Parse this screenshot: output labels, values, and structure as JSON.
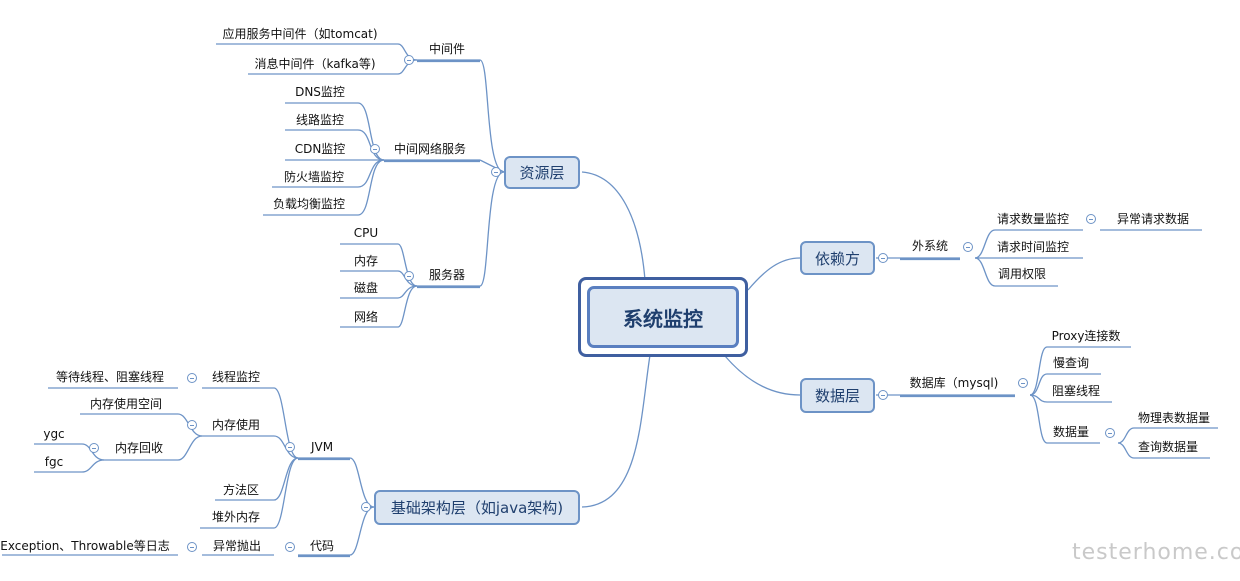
{
  "root": "系统监控",
  "resource": {
    "label": "资源层",
    "middleware": {
      "label": "中间件",
      "items": [
        "应用服务中间件（如tomcat)",
        "消息中间件（kafka等)"
      ]
    },
    "network": {
      "label": "中间网络服务",
      "items": [
        "DNS监控",
        "线路监控",
        "CDN监控",
        "防火墙监控",
        "负载均衡监控"
      ]
    },
    "server": {
      "label": "服务器",
      "items": [
        "CPU",
        "内存",
        "磁盘",
        "网络"
      ]
    }
  },
  "infra": {
    "label": "基础架构层（如java架构)",
    "jvm": {
      "label": "JVM",
      "thread": {
        "label": "线程监控",
        "child": "等待线程、阻塞线程"
      },
      "memory": {
        "label": "内存使用",
        "space": "内存使用空间",
        "gc": {
          "label": "内存回收",
          "items": [
            "ygc",
            "fgc"
          ]
        }
      },
      "method_area": "方法区",
      "offheap": "堆外内存"
    },
    "code": {
      "label": "代码",
      "exception": {
        "label": "异常抛出",
        "child": "Exception、Throwable等日志"
      }
    }
  },
  "dependency": {
    "label": "依赖方",
    "external": {
      "label": "外系统",
      "req_count": {
        "label": "请求数量监控",
        "child": "异常请求数据"
      },
      "req_time": "请求时间监控",
      "permission": "调用权限"
    }
  },
  "data": {
    "label": "数据层",
    "db": {
      "label": "数据库（mysql)",
      "items": [
        "Proxy连接数",
        "慢查询",
        "阻塞线程"
      ],
      "volume": {
        "label": "数据量",
        "items": [
          "物理表数据量",
          "查询数据量"
        ]
      }
    }
  },
  "watermark": "testerhome.com"
}
